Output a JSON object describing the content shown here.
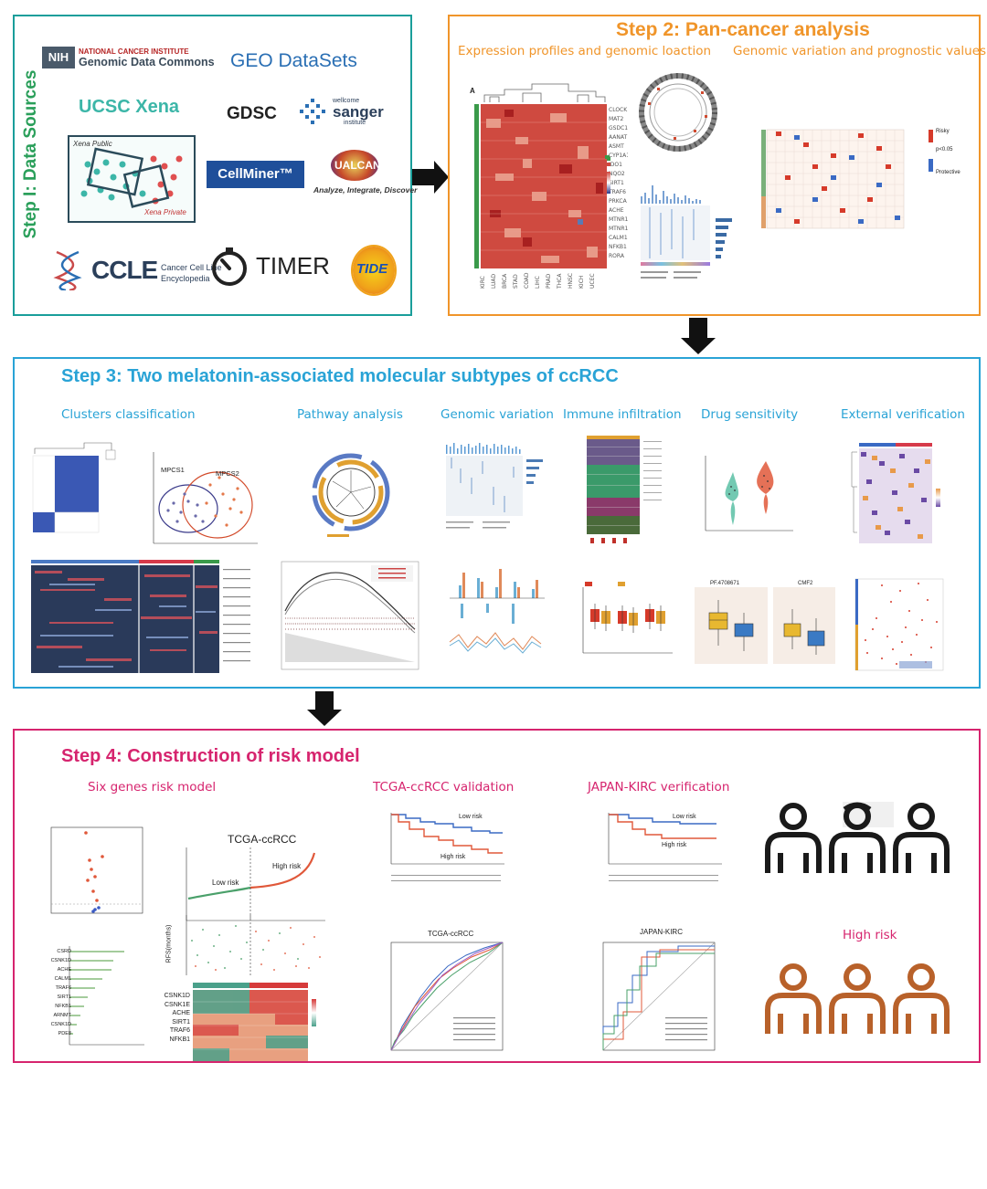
{
  "colors": {
    "step1": "#1a9e9a",
    "step2": "#f0952a",
    "step3": "#29a3d6",
    "step4": "#d6246e",
    "teal_title": "#2a9f5a"
  },
  "step1": {
    "title": "Step I: Data Sources",
    "logos": {
      "nih": "NIH",
      "gdc_line1": "NATIONAL CANCER INSTITUTE",
      "gdc_line2": "Genomic Data Commons",
      "geo": "GEO DataSets",
      "ucsc": "UCSC Xena",
      "xena_public": "Xena Public",
      "xena_private": "Xena Private",
      "gdsc": "GDSC",
      "sanger_top": "wellcome",
      "sanger_mid": "sanger",
      "sanger_bot": "institute",
      "cellminer": "CellMiner™",
      "ualcan": "UALCAN",
      "ualcan_tag": "Analyze, Integrate, Discover",
      "ccle": "CCLE",
      "ccle_sub1": "Cancer Cell Line",
      "ccle_sub2": "Encyclopedia",
      "timer": "TIMER",
      "tide": "TIDE"
    }
  },
  "step2": {
    "title": "Step 2: Pan-cancer analysis",
    "sub_left": "Expression profiles and genomic loaction",
    "sub_right": "Genomic variation and prognostic values",
    "panel_label": "A",
    "legend_risky": "Risky",
    "legend_p": "p<0.05",
    "legend_protective": "Protective"
  },
  "step3": {
    "title": "Step 3: Two melatonin-associated molecular subtypes of ccRCC",
    "subs": [
      "Clusters classification",
      "Pathway analysis",
      "Genomic variation",
      "Immune infiltration",
      "Drug sensitivity",
      "External verification"
    ],
    "mpcs1": "MPCS1",
    "mpcs2": "MPCS2",
    "drug1": "PF.4708671",
    "drug2": "CMF2"
  },
  "step4": {
    "title": "Step 4: Construction of risk model",
    "subs": [
      "Six genes risk model",
      "TCGA-ccRCC validation",
      "JAPAN-KIRC verification"
    ],
    "tcga_label": "TCGA-ccRCC",
    "high_risk_curve": "High risk",
    "low_risk_curve": "Low risk",
    "rfs": "RFS(months)",
    "genes": [
      "CSNK1D",
      "CSNK1E",
      "ACHE",
      "SIRT1",
      "TRAF6",
      "NFKB1"
    ],
    "importance_genes": [
      "CSRD",
      "CSNK1D",
      "ACHE",
      "CALM1",
      "TRAF6",
      "SIRT1",
      "NFKB1",
      "ARNMT",
      "CSNK1D",
      "PDE8"
    ],
    "km_low": "Low risk",
    "km_high": "High risk",
    "roc_tcga": "TCGA-ccRCC",
    "roc_japan": "JAPAN-KIRC",
    "high_risk_label": "High risk"
  }
}
